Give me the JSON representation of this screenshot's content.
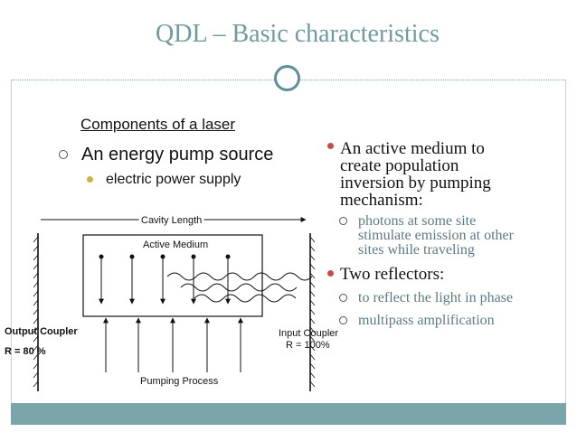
{
  "slide": {
    "title": "QDL – Basic characteristics"
  },
  "left": {
    "heading": "Components of a laser",
    "item1": "An energy pump source",
    "item1_sub": "electric power supply"
  },
  "right": {
    "bullet1_lines": [
      "An active medium to",
      "create population",
      "inversion by pumping",
      "mechanism:"
    ],
    "bullet1_sub_lines": [
      "photons at some site",
      "stimulate emission at other",
      "sites while traveling"
    ],
    "bullet2": "Two reflectors:",
    "bullet2_subs": [
      "to reflect the light in phase",
      "multipass amplification"
    ]
  },
  "diagram": {
    "cavity_length": "Cavity Length",
    "active_medium": "Active Medium",
    "output_coupler": "Output Coupler",
    "output_r": "R = 80 %",
    "input_coupler": "Input Coupler",
    "input_r": "R = 100%",
    "pumping": "Pumping Process"
  },
  "colors": {
    "title": "#6f9aa0",
    "accent_bar": "#7aa5aa",
    "bullet_red": "#c24d4d",
    "bullet_gold": "#c9b347",
    "sub_text": "#5d7a84"
  }
}
